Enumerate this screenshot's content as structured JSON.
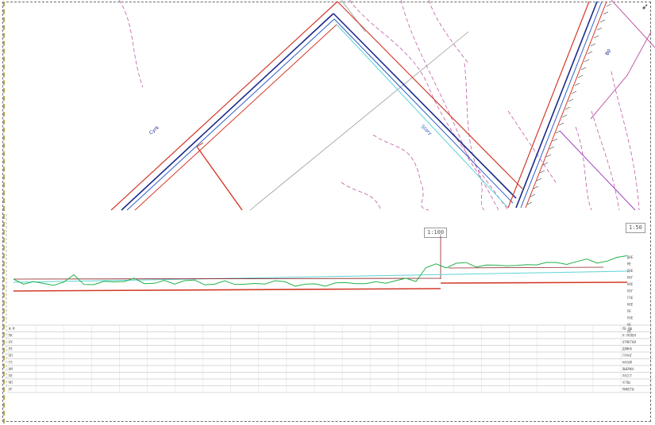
{
  "plan": {
    "road_label_left": "Cyrk",
    "road_label_mid": "Stary",
    "road_label_right": "Bp",
    "colors": {
      "outer": "#d23b2b",
      "centerline": "#1b2a8a",
      "inner": "#2f5fc2",
      "contour": "#c25aa6",
      "grid": "#9a9a9a",
      "hatch": "#3a3a3a"
    }
  },
  "profile": {
    "scale_left": "1:100",
    "scale_right": "1:50",
    "y_ticks": [
      "ДНЕ",
      "МЕ",
      "ДНЕ",
      "НАГ",
      "НОЕ",
      "ПАГ",
      "ГОЕ",
      "НОЕ",
      "ПЕ",
      "РОЕ",
      "НЕ",
      "ЛЕ"
    ],
    "colors": {
      "ground": "#22b24a",
      "design": "#d23b2b",
      "level": "#5fd3d6",
      "step": "#8a2020"
    }
  },
  "profile_table": {
    "row_labels": [
      "ПЕ-ВЫ",
      "Н-УКЛОН",
      "ОТМЕТКИ",
      "ДЛИНА",
      "ГРУНТ",
      "НАСЫП",
      "ВЫЕМКА",
      "РАССТ",
      "УГЛЫ",
      "ПИКЕТЫ"
    ],
    "left_codes": [
      "Ф.М",
      "ПК",
      "ЛУ",
      "РЕ",
      "ПП",
      "ГЕ",
      "НМ",
      "ЛЕ",
      "МП",
      "ЛГ"
    ]
  },
  "chart_data": {
    "type": "line",
    "title": "",
    "xlabel": "",
    "ylabel": "",
    "series": [
      {
        "values": [
          0.2,
          0.15,
          0.18,
          0.1,
          0.12,
          0.17,
          0.3,
          0.14,
          0.11,
          0.15,
          0.2,
          0.18,
          0.22,
          0.16,
          0.14,
          0.17,
          0.15,
          0.2,
          0.18,
          0.13,
          0.12,
          0.16,
          0.14,
          0.12,
          0.1,
          0.15,
          0.2,
          0.14,
          0.1,
          0.12,
          0.09,
          0.1,
          0.15,
          0.12,
          0.16,
          0.13,
          0.14,
          0.17,
          0.2,
          0.22,
          0.21,
          0.5,
          0.55,
          0.52,
          0.6,
          0.58,
          0.54,
          0.56,
          0.52,
          0.57,
          0.55,
          0.53,
          0.59,
          0.62,
          0.58,
          0.6,
          0.64,
          0.66,
          0.63,
          0.65,
          0.7,
          0.8
        ]
      }
    ]
  }
}
